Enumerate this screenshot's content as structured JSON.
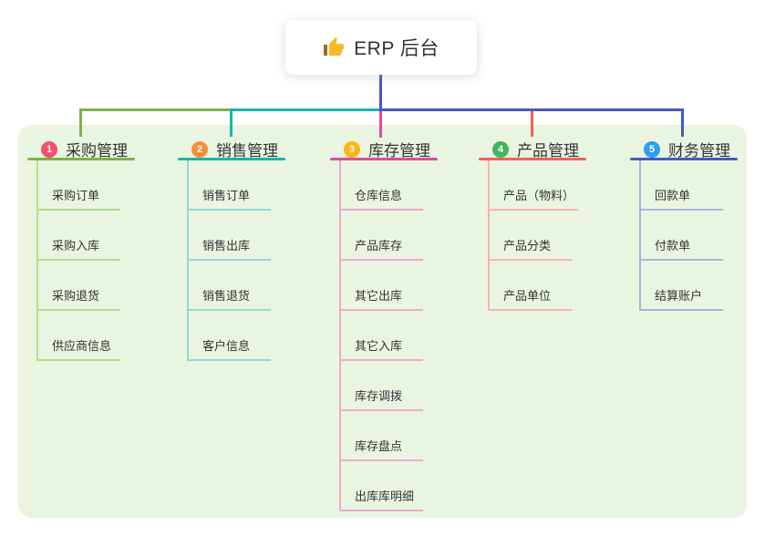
{
  "root": {
    "label": "ERP 后台",
    "icon": "thumbs-up-icon"
  },
  "branches": [
    {
      "index": "1",
      "label": "采购管理",
      "badge_color": "#f4516c",
      "line_color": "#7cb342",
      "line_color_light": "#b6dc8e",
      "children": [
        "采购订单",
        "采购入库",
        "采购退货",
        "供应商信息"
      ]
    },
    {
      "index": "2",
      "label": "销售管理",
      "badge_color": "#fb8c3c",
      "line_color": "#14b8ab",
      "line_color_light": "#90dcd4",
      "children": [
        "销售订单",
        "销售出库",
        "销售退货",
        "客户信息"
      ]
    },
    {
      "index": "3",
      "label": "库存管理",
      "badge_color": "#fdb515",
      "line_color": "#e04b9d",
      "line_color_light": "#f0a8cf",
      "children": [
        "仓库信息",
        "产品库存",
        "其它出库",
        "其它入库",
        "库存调拨",
        "库存盘点",
        "出库库明细"
      ]
    },
    {
      "index": "4",
      "label": "产品管理",
      "badge_color": "#3eb75d",
      "line_color": "#f75f57",
      "line_color_light": "#fbb3ae",
      "children": [
        "产品（物料）",
        "产品分类",
        "产品单位"
      ]
    },
    {
      "index": "5",
      "label": "财务管理",
      "badge_color": "#2f9bf2",
      "line_color": "#4457c8",
      "line_color_light": "#a8b4dc",
      "children": [
        "回款单",
        "付款单",
        "结算账户"
      ]
    }
  ],
  "colors": {
    "canvas_bg": "#ffffff",
    "panel_bg": "#e9f5e1",
    "root_connector": "#4457c8",
    "text": "#333333"
  }
}
